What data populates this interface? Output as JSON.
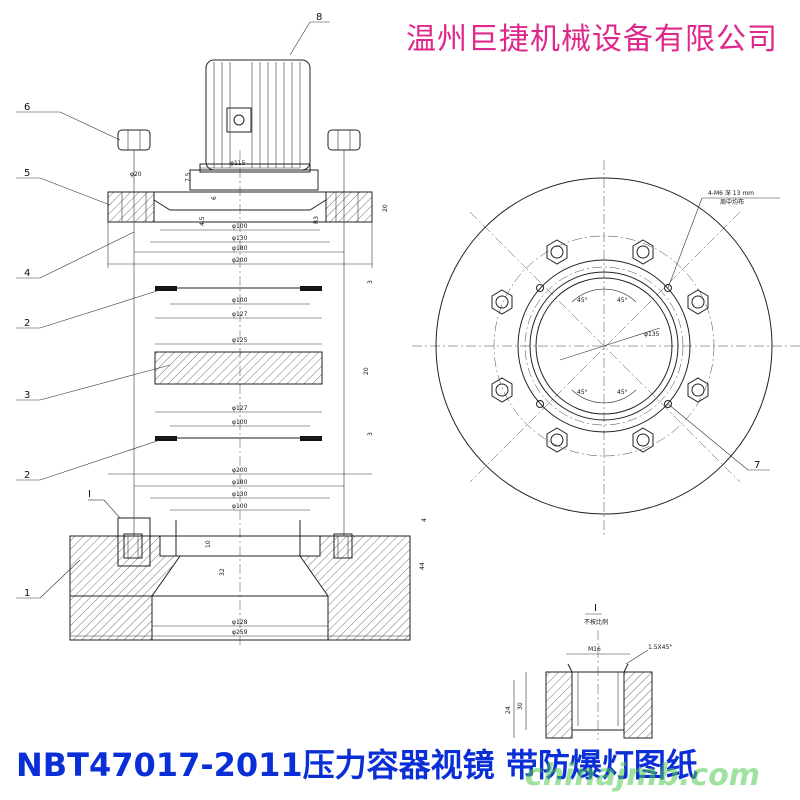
{
  "header": {
    "company": "温州巨捷机械设备有限公司"
  },
  "footer": {
    "title": "NBT47017-2011压力容器视镜 带防爆灯图纸",
    "watermark": "chinajmb.com"
  },
  "part_numbers": {
    "p1": "1",
    "p2a": "2",
    "p2b": "2",
    "p3": "3",
    "p4": "4",
    "p5": "5",
    "p6": "6",
    "p7": "7",
    "p8": "8",
    "detail": "I"
  },
  "dimensions": {
    "d115": "φ115",
    "d20": "φ20",
    "d100a": "φ100",
    "d130a": "φ130",
    "d180a": "φ180",
    "d200a": "φ200",
    "d100b": "φ100",
    "d127a": "φ127",
    "d125": "φ125",
    "d127b": "φ127",
    "d100c": "φ100",
    "d200b": "φ200",
    "d180b": "φ180",
    "d130b": "φ130",
    "d100d": "φ100",
    "d128": "φ128",
    "d259": "φ259",
    "h20a": "20",
    "h20b": "20",
    "h3a": "3",
    "h3b": "3",
    "h44": "44",
    "h32": "32",
    "h10": "10",
    "h4": "4",
    "h75": "7.5",
    "h6": "6",
    "h45": "4.5",
    "r3": "R3",
    "pcd135": "φ135",
    "angle45a": "45°",
    "angle45b": "45°",
    "angle45c": "45°",
    "angle45d": "45°",
    "bolt_note": "4-M6 深 13 mm",
    "bolt_note2": "周中均布",
    "detail_title": "I",
    "detail_sub": "不按比例",
    "m16": "M16",
    "chamfer": "1.5X45°",
    "h30": "30",
    "h24": "24"
  }
}
